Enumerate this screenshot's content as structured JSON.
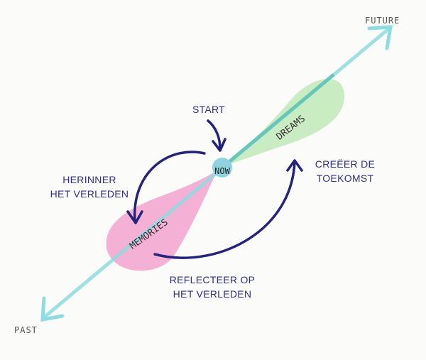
{
  "axis": {
    "past": "PAST",
    "future": "FUTURE"
  },
  "center": {
    "now": "NOW"
  },
  "petals": {
    "dreams": "DREAMS",
    "memories": "MEMORIES"
  },
  "labels": {
    "start": "START",
    "remember_line1": "HERINNER",
    "remember_line2": "HET VERLEDEN",
    "create_line1": "CREËER DE",
    "create_line2": "TOEKOMST",
    "reflect_line1": "REFLECTEER OP",
    "reflect_line2": "HET VERLEDEN"
  },
  "colors": {
    "axis": "#8fdce0",
    "dreams": "#bfe8b8",
    "memories": "#f3a6cf",
    "now": "#8fd3e0",
    "arrows": "#25237a",
    "text": "#2e2f86"
  }
}
